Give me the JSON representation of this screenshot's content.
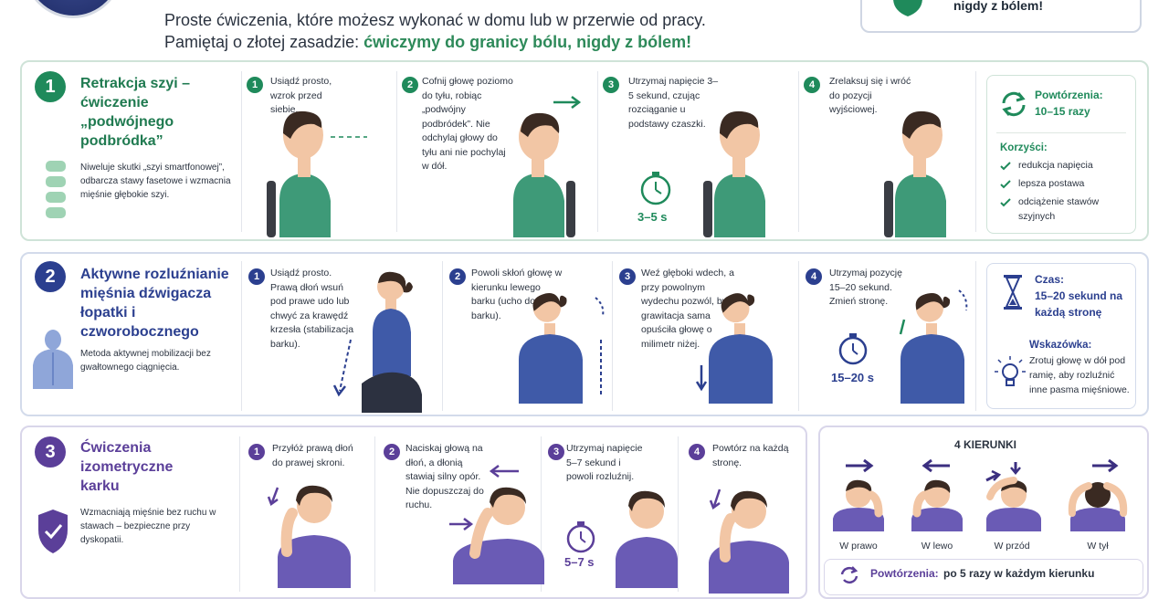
{
  "header": {
    "intro_line1": "Proste ćwiczenia, które możesz wykonać w domu lub w przerwie od pracy.",
    "intro_line2_prefix": "Pamiętaj o złotej zasadzie: ",
    "intro_line2_highlight": "ćwiczymy do granicy bólu, nigdy z bólem!",
    "rule_box_text": "nigdy z bólem!"
  },
  "section1": {
    "number": "1",
    "title": "Retrakcja szyi – ćwiczenie „podwójnego podbródka”",
    "desc": "Niweluje skutki „szyi smartfonowej”, odbarcza stawy fasetowe i wzmacnia mięśnie głębokie szyi.",
    "steps": [
      {
        "n": "1",
        "text": "Usiądź prosto, wzrok przed siebie."
      },
      {
        "n": "2",
        "text": "Cofnij głowę poziomo do tyłu, robiąc „podwójny podbródek”. Nie odchylaj głowy do tyłu ani nie pochylaj w dół."
      },
      {
        "n": "3",
        "text": "Utrzymaj napięcie 3–5 sekund, czując rozciąganie u podstawy czaszki.",
        "time": "3–5 s"
      },
      {
        "n": "4",
        "text": "Zrelaksuj się i wróć do pozycji wyjściowej."
      }
    ],
    "reps_label": "Powtórzenia:",
    "reps_value": "10–15 razy",
    "benefits_label": "Korzyści:",
    "benefits": [
      "redukcja napięcia",
      "lepsza postawa",
      "odciążenie stawów szyjnych"
    ]
  },
  "section2": {
    "number": "2",
    "title": "Aktywne rozluźnianie mięśnia dźwigacza łopatki i czworobocznego",
    "desc": "Metoda aktywnej mobilizacji bez gwałtownego ciągnięcia.",
    "steps": [
      {
        "n": "1",
        "text": "Usiądź prosto. Prawą dłoń wsuń pod prawe udo lub chwyć za krawędź krzesła (stabilizacja barku)."
      },
      {
        "n": "2",
        "text": "Powoli skłoń głowę w kierunku lewego barku (ucho do barku)."
      },
      {
        "n": "3",
        "text": "Weź głęboki wdech, a przy powolnym wydechu pozwól, by grawitacja sama opuściła głowę o milimetr niżej."
      },
      {
        "n": "4",
        "text": "Utrzymaj pozycję 15–20 sekund. Zmień stronę.",
        "time": "15–20 s"
      }
    ],
    "time_label": "Czas:",
    "time_value": "15–20 sekund na każdą stronę",
    "tip_label": "Wskazówka:",
    "tip_text": "Zrotuj głowę w dół pod ramię, aby rozluźnić inne pasma mięśniowe."
  },
  "section3": {
    "number": "3",
    "title": "Ćwiczenia izometryczne karku",
    "desc": "Wzmacniają mięśnie bez ruchu w stawach – bezpieczne przy dyskopatii.",
    "steps": [
      {
        "n": "1",
        "text": "Przyłóż prawą dłoń do prawej skroni."
      },
      {
        "n": "2",
        "text": "Naciskaj głową na dłoń, a dłonią stawiaj silny opór. Nie dopuszczaj do ruchu."
      },
      {
        "n": "3",
        "text": "Utrzymaj napięcie 5–7 sekund i powoli rozluźnij.",
        "time": "5–7 s"
      },
      {
        "n": "4",
        "text": "Powtórz na każdą stronę."
      }
    ],
    "directions_title": "4 KIERUNKI",
    "directions": [
      "W prawo",
      "W lewo",
      "W przód",
      "W tył"
    ],
    "reps_label": "Powtórzenia:",
    "reps_value": "po 5 razy w każdym kierunku"
  },
  "colors": {
    "green": "#1f8a5b",
    "blue": "#2b3f8f",
    "purple": "#5b3f99",
    "skin": "#f2c6a5",
    "hair": "#3a2a22"
  }
}
